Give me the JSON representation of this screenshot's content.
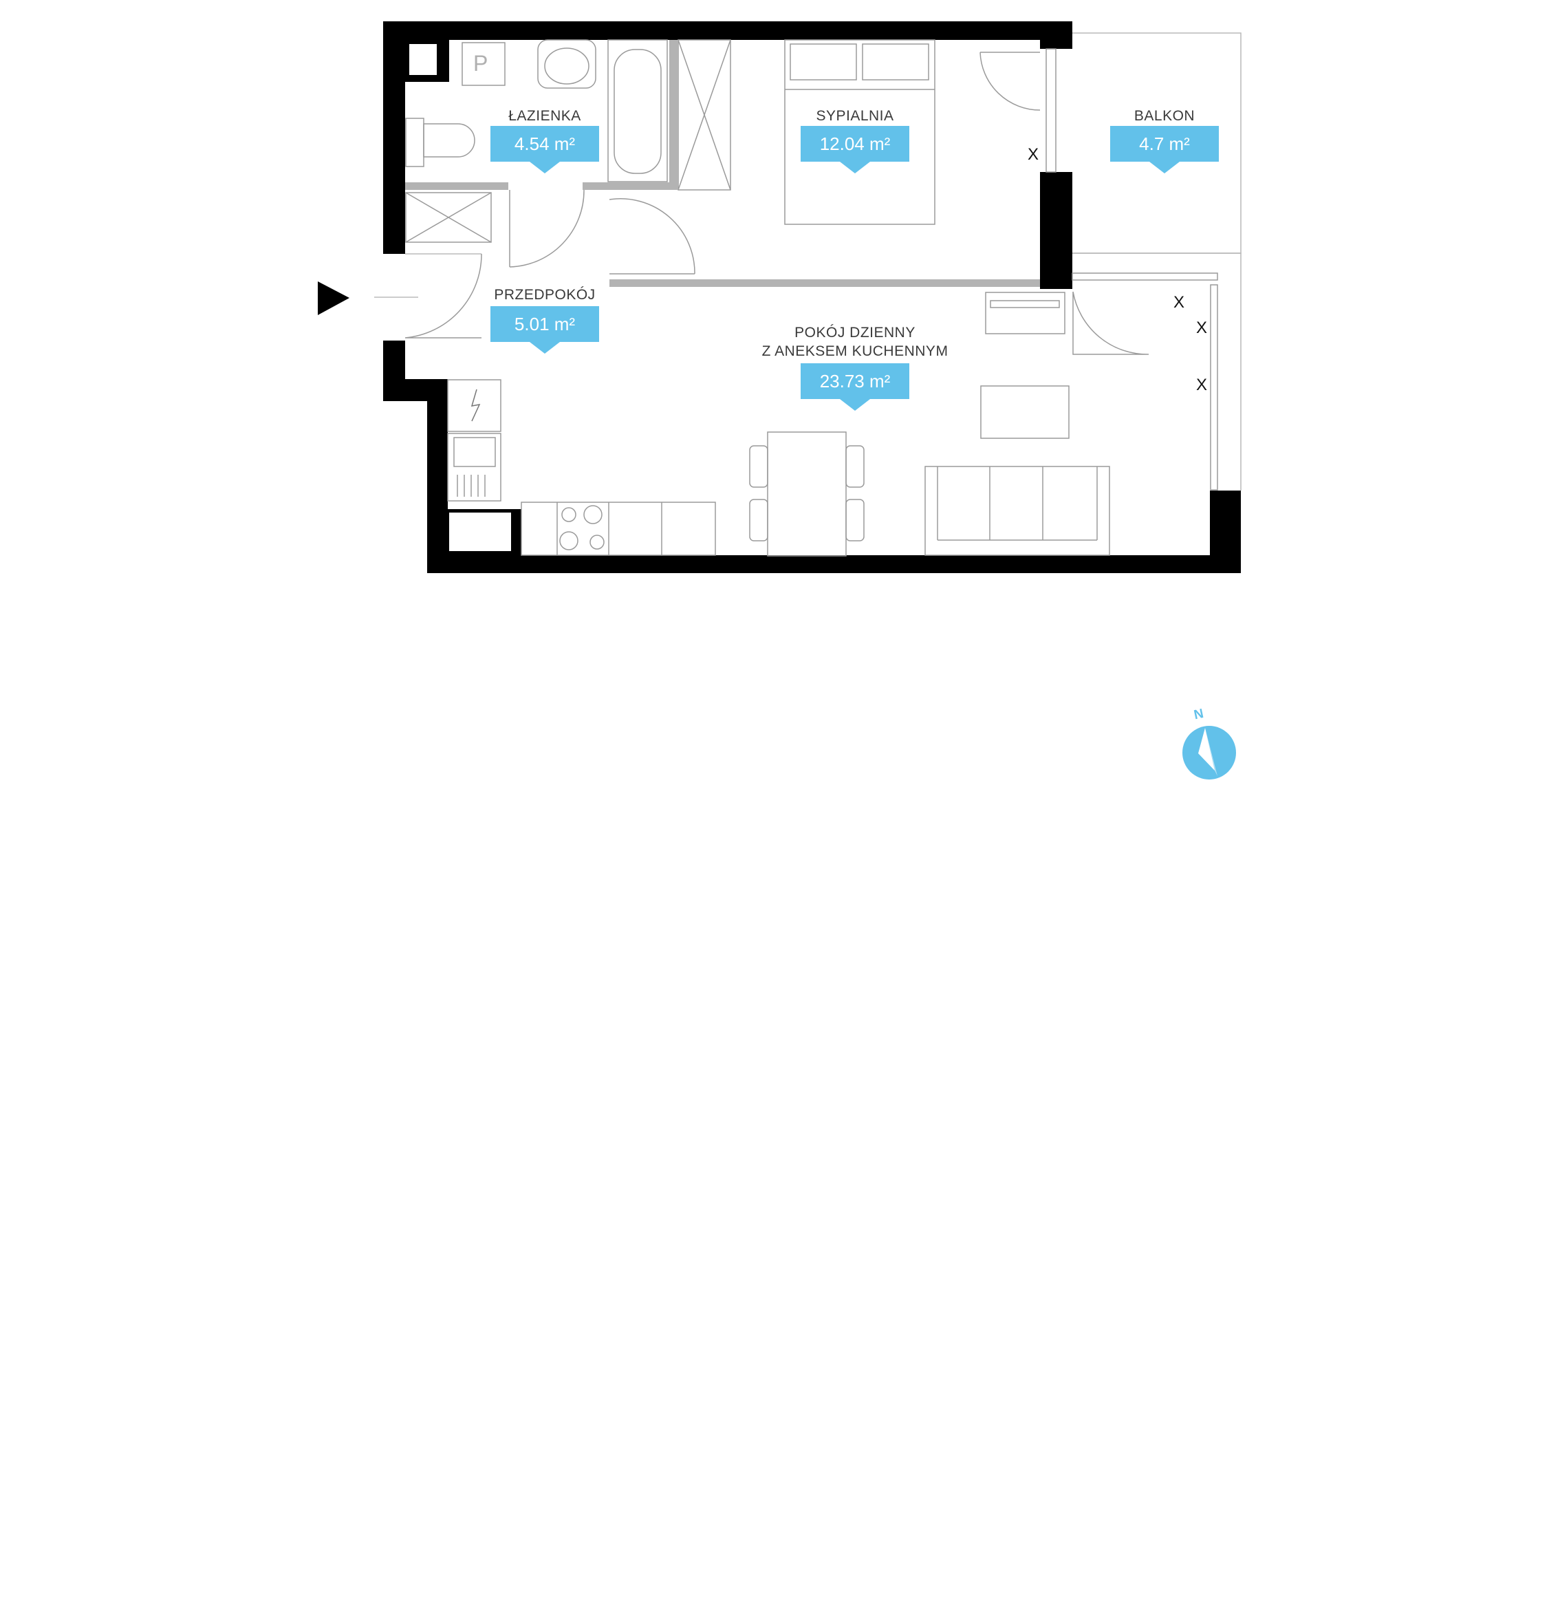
{
  "rooms": {
    "bathroom": {
      "name": "ŁAZIENKA",
      "area": "4.54 m²"
    },
    "bedroom": {
      "name": "SYPIALNIA",
      "area": "12.04 m²"
    },
    "balcony": {
      "name": "BALKON",
      "area": "4.7 m²"
    },
    "hallway": {
      "name": "PRZEDPOKÓJ",
      "area": "5.01 m²"
    },
    "living": {
      "name_line1": "POKÓJ DZIENNY",
      "name_line2": "Z ANEKSEM KUCHENNYM",
      "area": "23.73 m²"
    }
  },
  "markers": {
    "window": "X",
    "pantry": "P"
  },
  "compass": {
    "label": "N"
  },
  "colors": {
    "accent": "#62c1ea",
    "wall": "#000000",
    "partition": "#b3b3b3",
    "fixture": "#9a9a9a",
    "text": "#3a3a3a"
  },
  "icons": [
    "entrance-arrow-icon",
    "compass-icon"
  ]
}
